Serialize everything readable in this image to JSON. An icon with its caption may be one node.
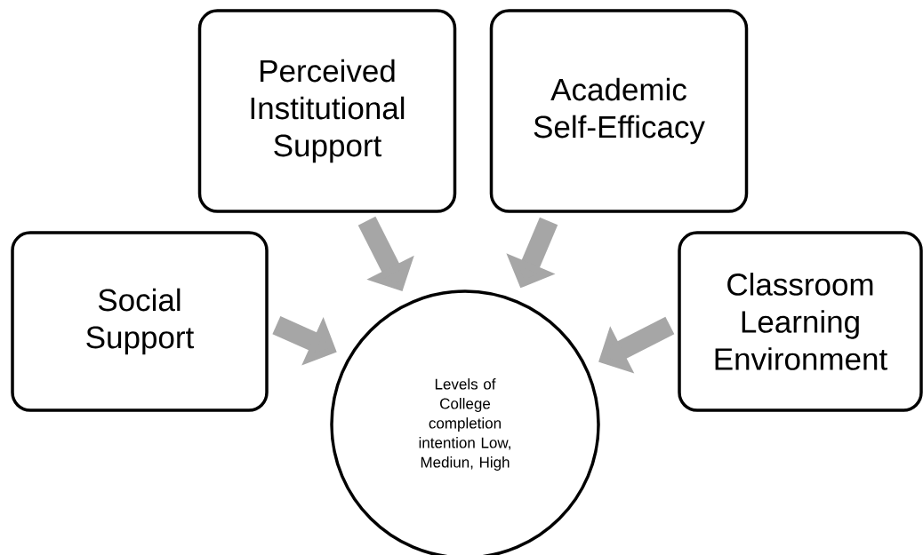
{
  "diagram": {
    "nodes": [
      {
        "text": [
          "Levels of College completion intention Low, Mediun, High"
        ]
      },
      {
        "text": [
          "Social Support"
        ]
      },
      {
        "text": [
          "Perceived Institutional Support"
        ]
      },
      {
        "text": [
          "Academic Self-Efficacy"
        ]
      },
      {
        "text": [
          "Classroom Learning Environment"
        ]
      }
    ],
    "edges": [
      {
        "from": 1,
        "to": 0,
        "arrow": "to"
      },
      {
        "from": 2,
        "to": 0,
        "arrow": "to"
      },
      {
        "from": 3,
        "to": 0,
        "arrow": "to"
      },
      {
        "from": 4,
        "to": 0,
        "arrow": "to"
      }
    ]
  }
}
